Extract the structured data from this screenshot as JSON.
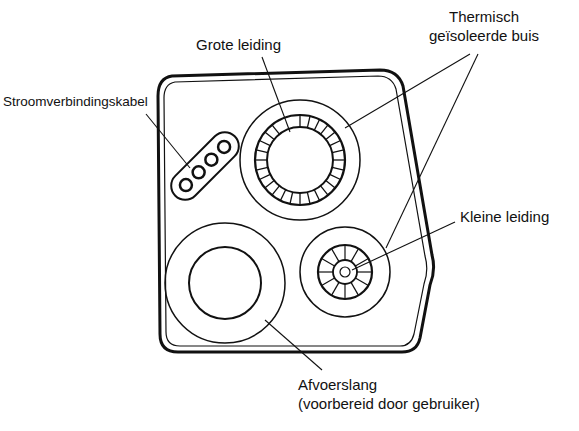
{
  "diagram": {
    "labels": [
      "Grote leiding",
      "Thermisch geïsoleerde buis",
      "Stroomverbindingskabel",
      "Kleine leiding",
      "Afvoerslang (voorbereid door gebruiker)"
    ]
  }
}
